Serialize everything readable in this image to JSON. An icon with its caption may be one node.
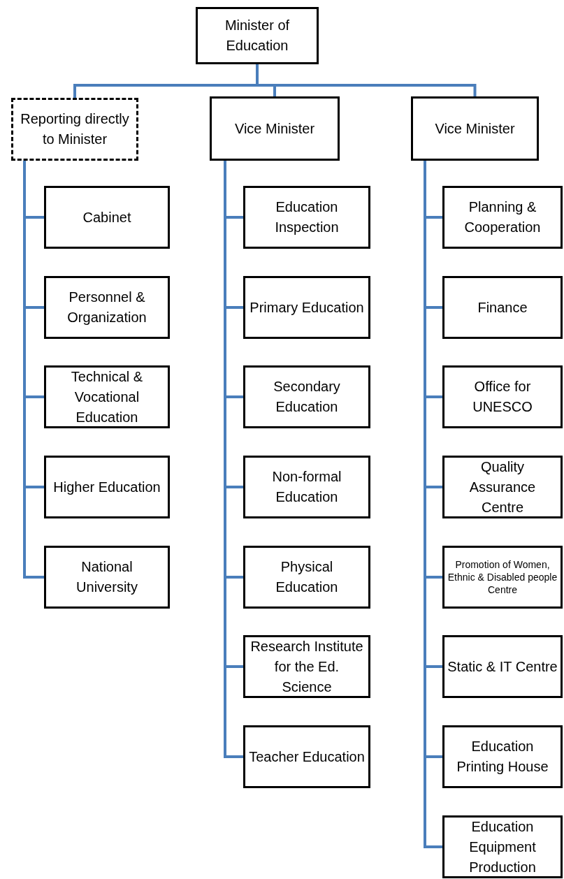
{
  "diagram": {
    "nodes": [
      {
        "text": [
          "Minister of Education"
        ]
      },
      {
        "text": [
          "Reporting directly to Minister"
        ]
      },
      {
        "text": [
          "Vice Minister"
        ]
      },
      {
        "text": [
          "Vice Minister"
        ]
      },
      {
        "text": [
          "Cabinet"
        ]
      },
      {
        "text": [
          "Personnel & Organization"
        ]
      },
      {
        "text": [
          "Technical & Vocational Education"
        ]
      },
      {
        "text": [
          "Higher Education"
        ]
      },
      {
        "text": [
          "National University"
        ]
      },
      {
        "text": [
          "Education Inspection"
        ]
      },
      {
        "text": [
          "Primary Education"
        ]
      },
      {
        "text": [
          "Secondary Education"
        ]
      },
      {
        "text": [
          "Non-formal Education"
        ]
      },
      {
        "text": [
          "Physical Education"
        ]
      },
      {
        "text": [
          "Research Institute for the Ed. Science"
        ]
      },
      {
        "text": [
          "Teacher Education"
        ]
      },
      {
        "text": [
          "Planning & Cooperation"
        ]
      },
      {
        "text": [
          "Finance"
        ]
      },
      {
        "text": [
          "Office for UNESCO"
        ]
      },
      {
        "text": [
          "Quality Assurance Centre"
        ]
      },
      {
        "text": [
          "Promotion of Women, Ethnic & Disabled people Centre"
        ]
      },
      {
        "text": [
          "Static & IT Centre"
        ]
      },
      {
        "text": [
          "Education Printing House"
        ]
      },
      {
        "text": [
          "Education Equipment Production"
        ]
      }
    ],
    "edges": [
      {
        "from": 0,
        "to": 1,
        "arrow": "none"
      },
      {
        "from": 0,
        "to": 2,
        "arrow": "none"
      },
      {
        "from": 0,
        "to": 3,
        "arrow": "none"
      },
      {
        "from": 1,
        "to": 4,
        "arrow": "none"
      },
      {
        "from": 1,
        "to": 5,
        "arrow": "none"
      },
      {
        "from": 1,
        "to": 6,
        "arrow": "none"
      },
      {
        "from": 1,
        "to": 7,
        "arrow": "none"
      },
      {
        "from": 1,
        "to": 8,
        "arrow": "none"
      },
      {
        "from": 2,
        "to": 9,
        "arrow": "none"
      },
      {
        "from": 2,
        "to": 10,
        "arrow": "none"
      },
      {
        "from": 2,
        "to": 11,
        "arrow": "none"
      },
      {
        "from": 2,
        "to": 12,
        "arrow": "none"
      },
      {
        "from": 2,
        "to": 13,
        "arrow": "none"
      },
      {
        "from": 2,
        "to": 14,
        "arrow": "none"
      },
      {
        "from": 2,
        "to": 15,
        "arrow": "none"
      },
      {
        "from": 3,
        "to": 16,
        "arrow": "none"
      },
      {
        "from": 3,
        "to": 17,
        "arrow": "none"
      },
      {
        "from": 3,
        "to": 18,
        "arrow": "none"
      },
      {
        "from": 3,
        "to": 19,
        "arrow": "none"
      },
      {
        "from": 3,
        "to": 20,
        "arrow": "none"
      },
      {
        "from": 3,
        "to": 21,
        "arrow": "none"
      },
      {
        "from": 3,
        "to": 22,
        "arrow": "none"
      },
      {
        "from": 3,
        "to": 23,
        "arrow": "none"
      }
    ]
  }
}
